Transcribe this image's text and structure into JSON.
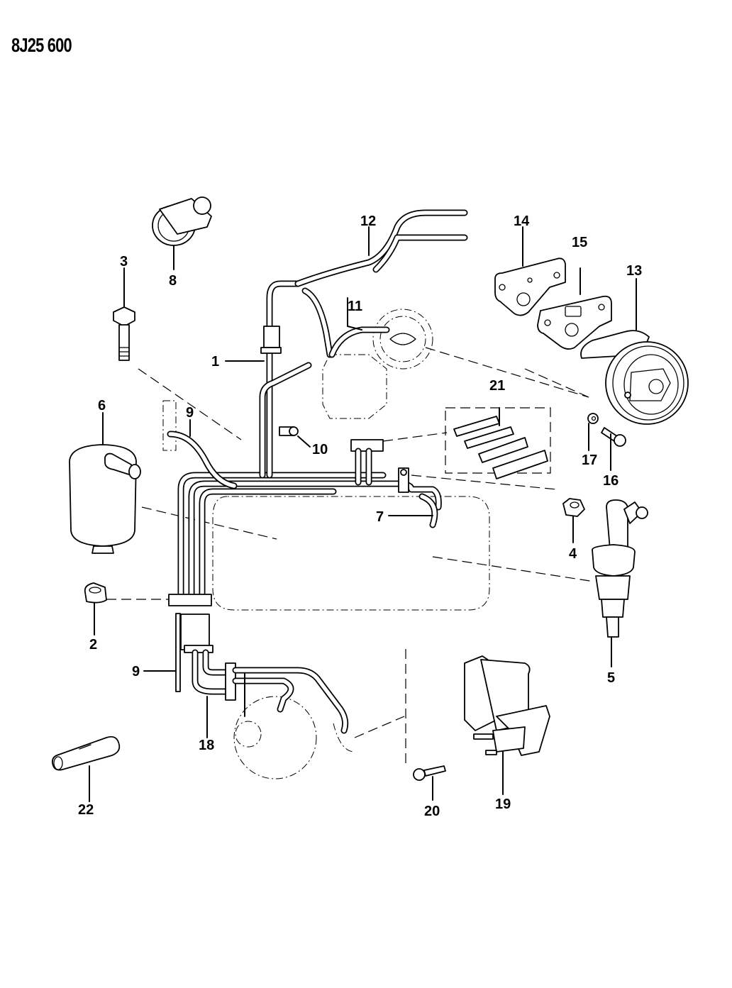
{
  "diagram": {
    "code": "8J25 600",
    "type": "exploded parts diagram",
    "callouts": [
      {
        "id": "c1",
        "label": "1"
      },
      {
        "id": "c2",
        "label": "2"
      },
      {
        "id": "c3",
        "label": "3"
      },
      {
        "id": "c4",
        "label": "4"
      },
      {
        "id": "c5",
        "label": "5"
      },
      {
        "id": "c6",
        "label": "6"
      },
      {
        "id": "c7",
        "label": "7"
      },
      {
        "id": "c8",
        "label": "8"
      },
      {
        "id": "c9a",
        "label": "9"
      },
      {
        "id": "c9b",
        "label": "9"
      },
      {
        "id": "c10",
        "label": "10"
      },
      {
        "id": "c11",
        "label": "11"
      },
      {
        "id": "c12",
        "label": "12"
      },
      {
        "id": "c13",
        "label": "13"
      },
      {
        "id": "c14",
        "label": "14"
      },
      {
        "id": "c15",
        "label": "15"
      },
      {
        "id": "c16",
        "label": "16"
      },
      {
        "id": "c17",
        "label": "17"
      },
      {
        "id": "c18",
        "label": "18"
      },
      {
        "id": "c19",
        "label": "19"
      },
      {
        "id": "c20",
        "label": "20"
      },
      {
        "id": "c21",
        "label": "21"
      },
      {
        "id": "c22",
        "label": "22"
      }
    ],
    "parts": [
      {
        "callout": "1",
        "icon": "vacuum-harness"
      },
      {
        "callout": "2",
        "icon": "hex-nut"
      },
      {
        "callout": "3",
        "icon": "hex-bolt"
      },
      {
        "callout": "4",
        "icon": "hex-nut"
      },
      {
        "callout": "5",
        "icon": "check-valve"
      },
      {
        "callout": "6",
        "icon": "reservoir-canister"
      },
      {
        "callout": "7",
        "icon": "hose"
      },
      {
        "callout": "8",
        "icon": "hose-clamp"
      },
      {
        "callout": "9",
        "icon": "hose"
      },
      {
        "callout": "10",
        "icon": "vacuum-cap"
      },
      {
        "callout": "11",
        "icon": "hose"
      },
      {
        "callout": "12",
        "icon": "hose-assembly"
      },
      {
        "callout": "13",
        "icon": "egr-valve"
      },
      {
        "callout": "14",
        "icon": "gasket-plate"
      },
      {
        "callout": "15",
        "icon": "gasket"
      },
      {
        "callout": "16",
        "icon": "bolt"
      },
      {
        "callout": "17",
        "icon": "washer"
      },
      {
        "callout": "18",
        "icon": "hose-harness"
      },
      {
        "callout": "19",
        "icon": "solenoid"
      },
      {
        "callout": "20",
        "icon": "bolt"
      },
      {
        "callout": "21",
        "icon": "hose-kit"
      },
      {
        "callout": "22",
        "icon": "connector"
      }
    ]
  }
}
